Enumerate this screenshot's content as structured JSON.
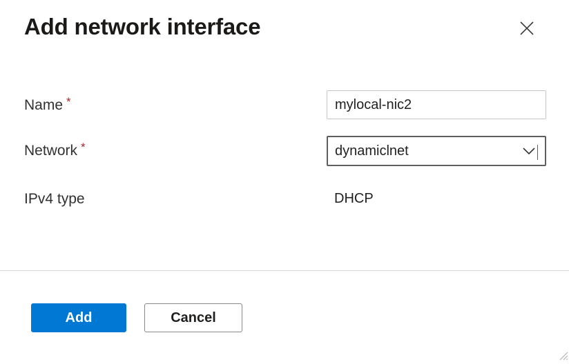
{
  "panel": {
    "title": "Add network interface",
    "close_icon": "close-icon",
    "close_label": "Close"
  },
  "form": {
    "fields": [
      {
        "label": "Name",
        "required": true,
        "required_marker": "*",
        "control": "text-input",
        "value": "mylocal-nic2",
        "placeholder": ""
      },
      {
        "label": "Network",
        "required": true,
        "required_marker": "*",
        "control": "dropdown",
        "value": "dynamiclnet",
        "caret_icon": "chevron-down-icon"
      },
      {
        "label": "IPv4 type",
        "required": false,
        "required_marker": "",
        "control": "static-text",
        "value": "DHCP"
      }
    ]
  },
  "footer": {
    "primary_label": "Add",
    "secondary_label": "Cancel"
  },
  "colors": {
    "primary": "#0078d4",
    "required_star": "#a4262c",
    "input_border": "#c8c6c4",
    "dropdown_border": "#605e5c",
    "secondary_border": "#8a8886",
    "divider": "#d6d4d2",
    "text": "#201f1e",
    "background": "#ffffff"
  }
}
